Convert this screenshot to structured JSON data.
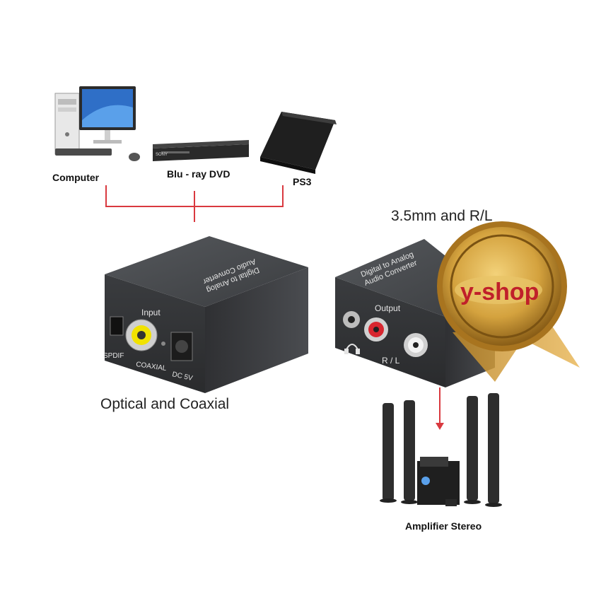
{
  "sources": {
    "computer": "Computer",
    "bluray": "Blu - ray DVD",
    "ps3": "PS3"
  },
  "device_brand": "SONY",
  "input_unit": {
    "title_line1": "Digital to Analog",
    "title_line2": "Audio Converter",
    "input_label": "Input",
    "spdif_label": "SPDIF",
    "coaxial_label": "COAXIAL",
    "dc_label": "DC 5V",
    "caption": "Optical and Coaxial"
  },
  "output_unit": {
    "title_line1": "Digital to Analog",
    "title_line2": "Audio Converter",
    "output_label": "Output",
    "rl_label": "R / L",
    "caption": "3.5mm and R/L"
  },
  "seal": {
    "text": "y-shop"
  },
  "destination": "Amplifier Stereo",
  "colors": {
    "connector_line": "#d9393f",
    "seal_gold": "#c9952f",
    "seal_text": "#c0202a",
    "device_body": "#3a3c3f"
  }
}
